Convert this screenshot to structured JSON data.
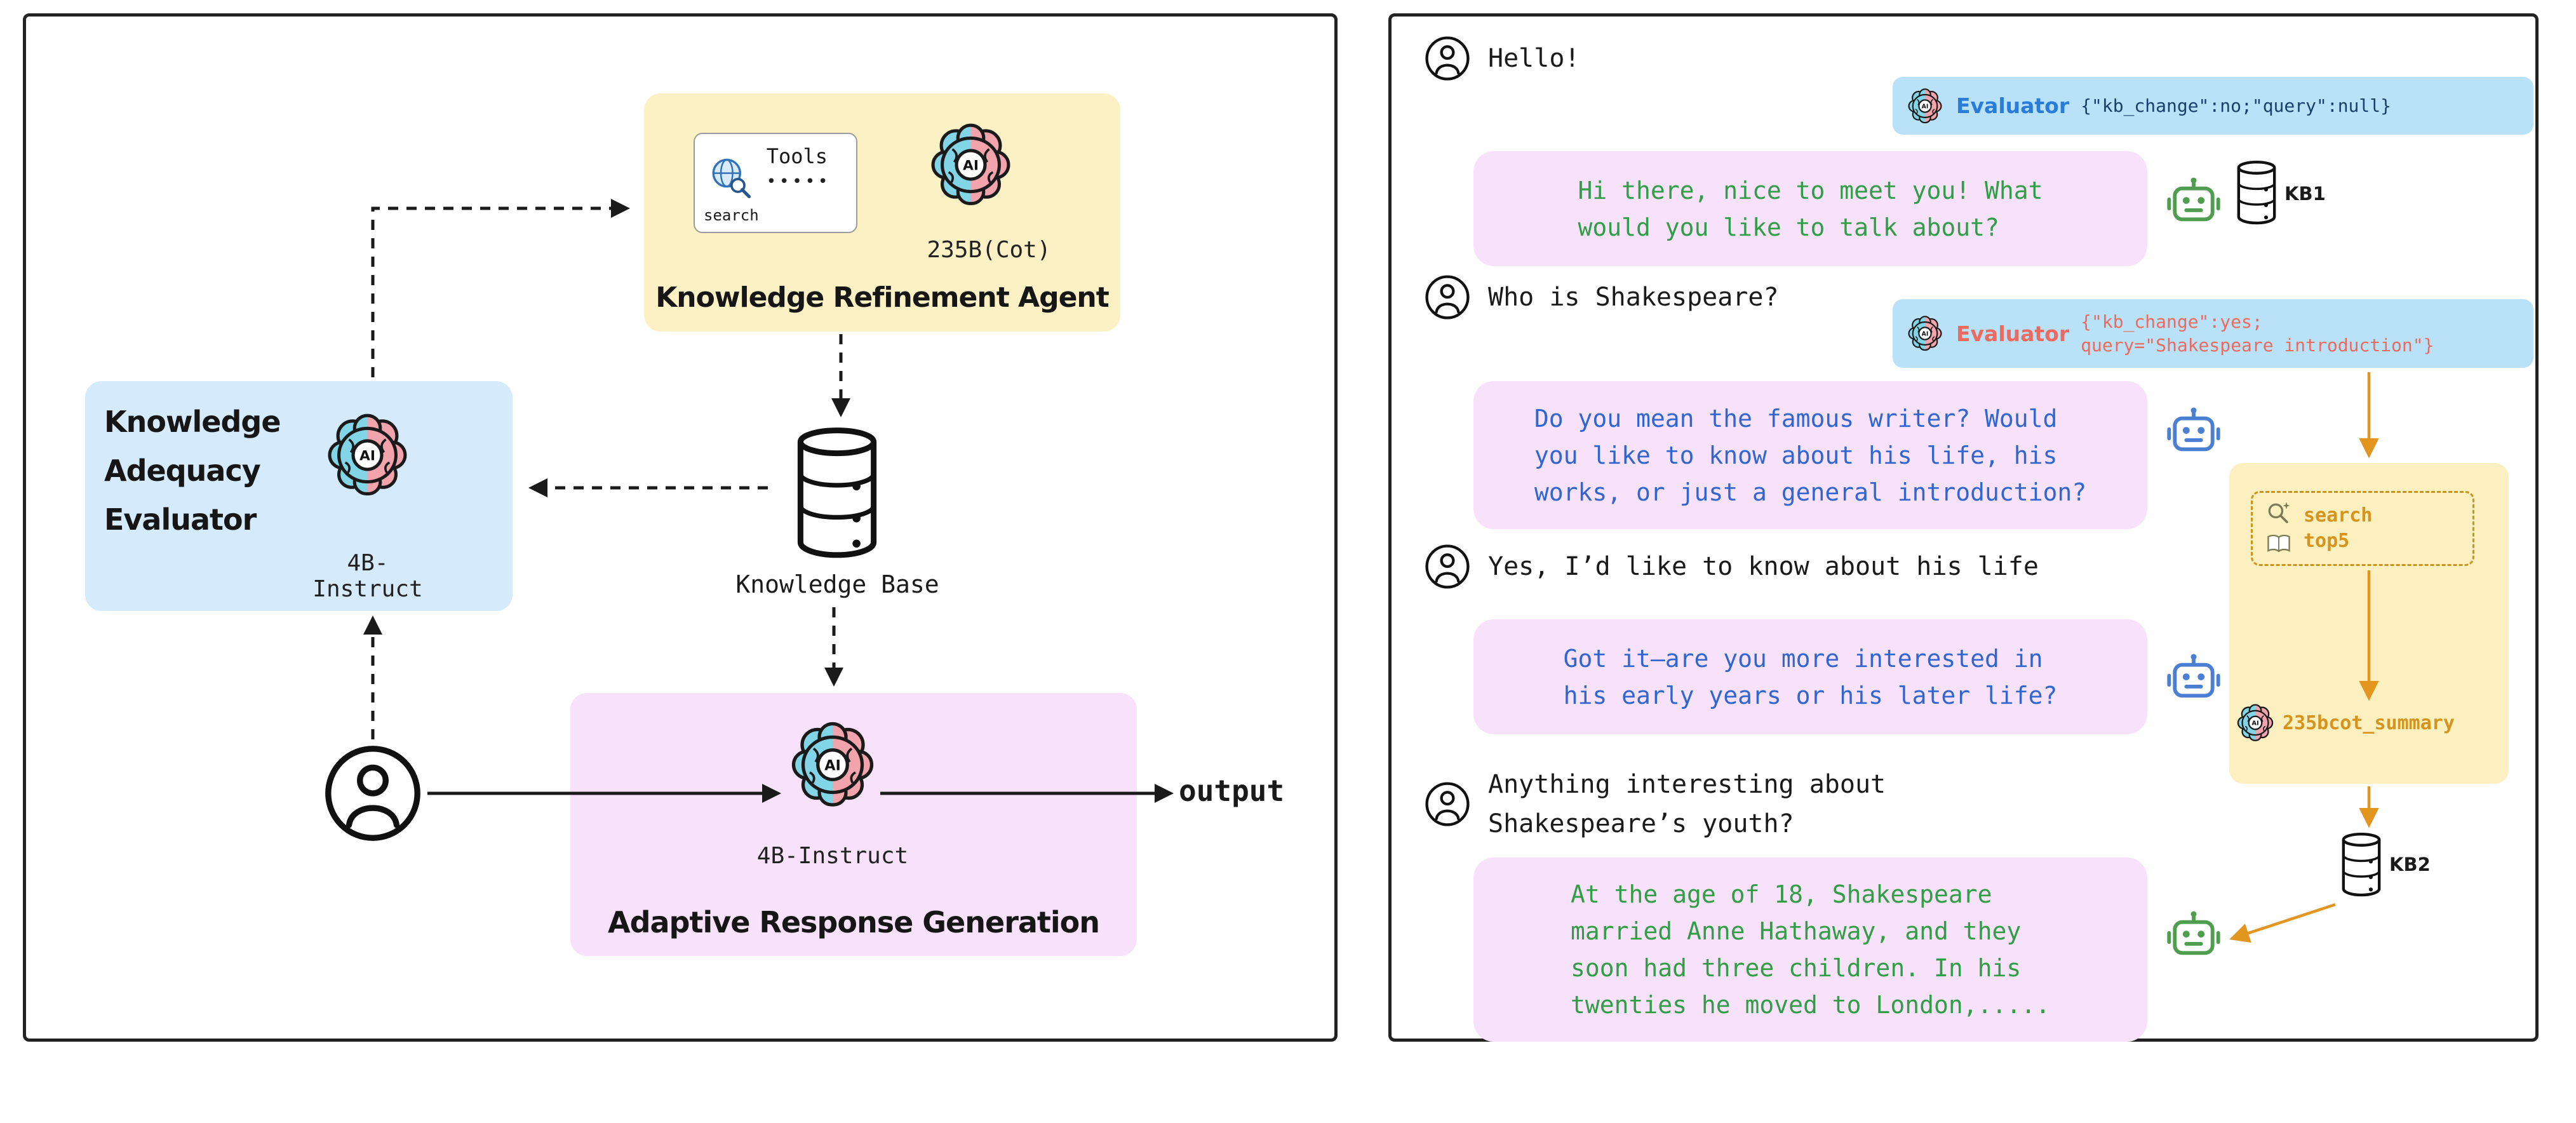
{
  "colors": {
    "refinement_box": "#fcf1c4",
    "evaluator_box": "#d5eafb",
    "generation_box": "#f8e1fa",
    "eval_bubble": "#b9e2f9",
    "assistant_bubble": "#f8e1fa",
    "evaluator_label_blue": "#2a7cd9",
    "evaluator_label_red": "#ec6a5e",
    "assistant_text_green": "#2f9e44",
    "assistant_text_blue": "#2f66d0",
    "flow_orange": "#e2961f"
  },
  "icons": {
    "ai_label": "AI"
  },
  "left_panel": {
    "refinement": {
      "tools_label": "Tools",
      "tools_dots": "•••••",
      "search_label": "search",
      "model": "235B(Cot)",
      "title": "Knowledge Refinement Agent"
    },
    "evaluator": {
      "title_lines": [
        "Knowledge",
        "Adequacy",
        "Evaluator"
      ],
      "model": "4B-Instruct"
    },
    "knowledge_base": "Knowledge Base",
    "generation": {
      "model": "4B-Instruct",
      "title": "Adaptive Response Generation"
    },
    "output": "output"
  },
  "chat": {
    "user1": "Hello!",
    "eval1": {
      "label": "Evaluator",
      "lines": [
        "{\"kb_change\":no;\"query\":null}"
      ]
    },
    "bot1": {
      "lines": [
        "Hi there, nice to meet you! What",
        "would you like to talk about?"
      ]
    },
    "kb1": "KB1",
    "user2": "Who is Shakespeare?",
    "eval2": {
      "label": "Evaluator",
      "lines": [
        "{\"kb_change\":yes;",
        "query=\"Shakespeare introduction\"}"
      ]
    },
    "bot2": {
      "lines": [
        "Do you mean the famous writer? Would",
        "you like to know about his life, his",
        "works, or just a general introduction?"
      ]
    },
    "user3": "Yes, I’d like to know about his life",
    "search_tool": {
      "lines": [
        "search",
        "top5"
      ]
    },
    "summary": "235bcot_summary",
    "bot3": {
      "lines": [
        "Got it—are you more interested in",
        "his early years or his later life?"
      ]
    },
    "user4": {
      "lines": [
        "Anything interesting about",
        "Shakespeare’s youth?"
      ]
    },
    "kb2": "KB2",
    "bot4": {
      "lines": [
        "At the age of 18, Shakespeare",
        "married Anne Hathaway, and they",
        "soon had three children. In his",
        "twenties he moved to London,....."
      ]
    }
  }
}
